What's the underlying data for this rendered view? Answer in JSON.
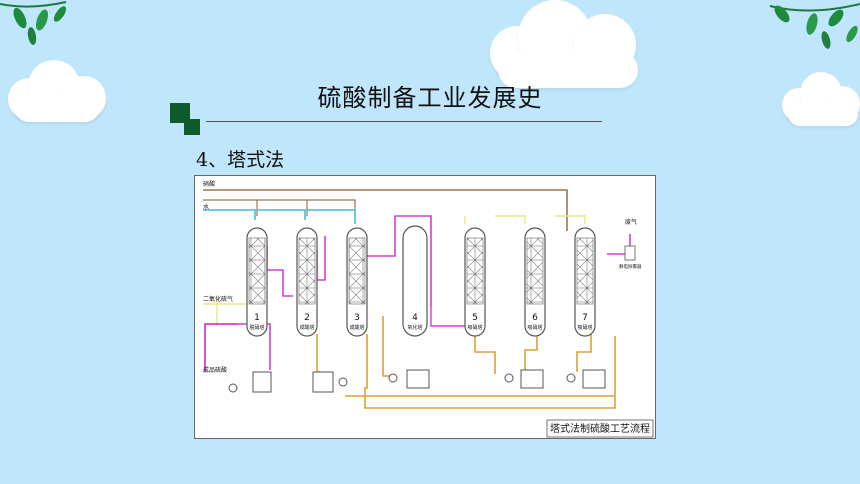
{
  "slide": {
    "title": "硫酸制备工业发展史",
    "subtitle": "4、塔式法"
  },
  "diagram": {
    "caption": "塔式法制硫酸工艺流程",
    "inputs": {
      "acid": "硝酸",
      "water": "水",
      "so2": "二氧化硫气",
      "tail_gas": "废气",
      "product": "成品硫酸"
    },
    "towers": [
      {
        "number": "1",
        "name": "脱硝塔"
      },
      {
        "number": "2",
        "name": "成酸塔"
      },
      {
        "number": "3",
        "name": "成酸塔"
      },
      {
        "number": "4",
        "name": "氧化塔"
      },
      {
        "number": "5",
        "name": "吸硝塔"
      },
      {
        "number": "6",
        "name": "吸硝塔"
      },
      {
        "number": "7",
        "name": "吸硝塔"
      }
    ],
    "mist_eliminator": "静电除雾器"
  },
  "colors": {
    "background": "#bfe6fb",
    "accent_square": "#0f5a2a",
    "gas_line": "#d23fd2",
    "acid_line": "#d8a23a",
    "water_line": "#55c9d6",
    "nitric_line": "#a0744a"
  }
}
